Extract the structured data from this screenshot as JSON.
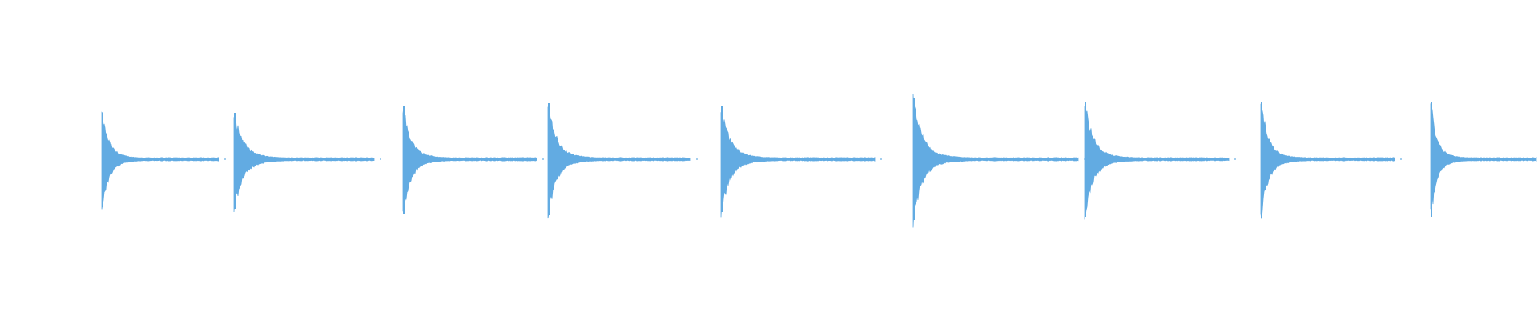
{
  "waveform": {
    "color": "#62ABE2",
    "background": "#FFFFFF",
    "amplitude_range": [
      -1,
      1
    ],
    "duration_fraction_shown": 1.0,
    "events": [
      {
        "onset": 0.066,
        "end": 0.142,
        "peak_pos": 0.56,
        "peak_neg": 0.6,
        "decay": 0.32
      },
      {
        "onset": 0.152,
        "end": 0.243,
        "peak_pos": 0.58,
        "peak_neg": 0.62,
        "decay": 0.34
      },
      {
        "onset": 0.262,
        "end": 0.349,
        "peak_pos": 0.66,
        "peak_neg": 0.68,
        "decay": 0.3
      },
      {
        "onset": 0.356,
        "end": 0.449,
        "peak_pos": 0.7,
        "peak_neg": 0.7,
        "decay": 0.3
      },
      {
        "onset": 0.469,
        "end": 0.569,
        "peak_pos": 0.66,
        "peak_neg": 0.66,
        "decay": 0.3
      },
      {
        "onset": 0.594,
        "end": 0.701,
        "peak_pos": 0.76,
        "peak_neg": 0.76,
        "decay": 0.28
      },
      {
        "onset": 0.705,
        "end": 0.799,
        "peak_pos": 0.72,
        "peak_neg": 0.72,
        "decay": 0.3
      },
      {
        "onset": 0.82,
        "end": 0.907,
        "peak_pos": 0.72,
        "peak_neg": 0.74,
        "decay": 0.28
      },
      {
        "onset": 0.93,
        "end": 1.0,
        "peak_pos": 0.72,
        "peak_neg": 0.72,
        "decay": 0.3
      }
    ]
  }
}
